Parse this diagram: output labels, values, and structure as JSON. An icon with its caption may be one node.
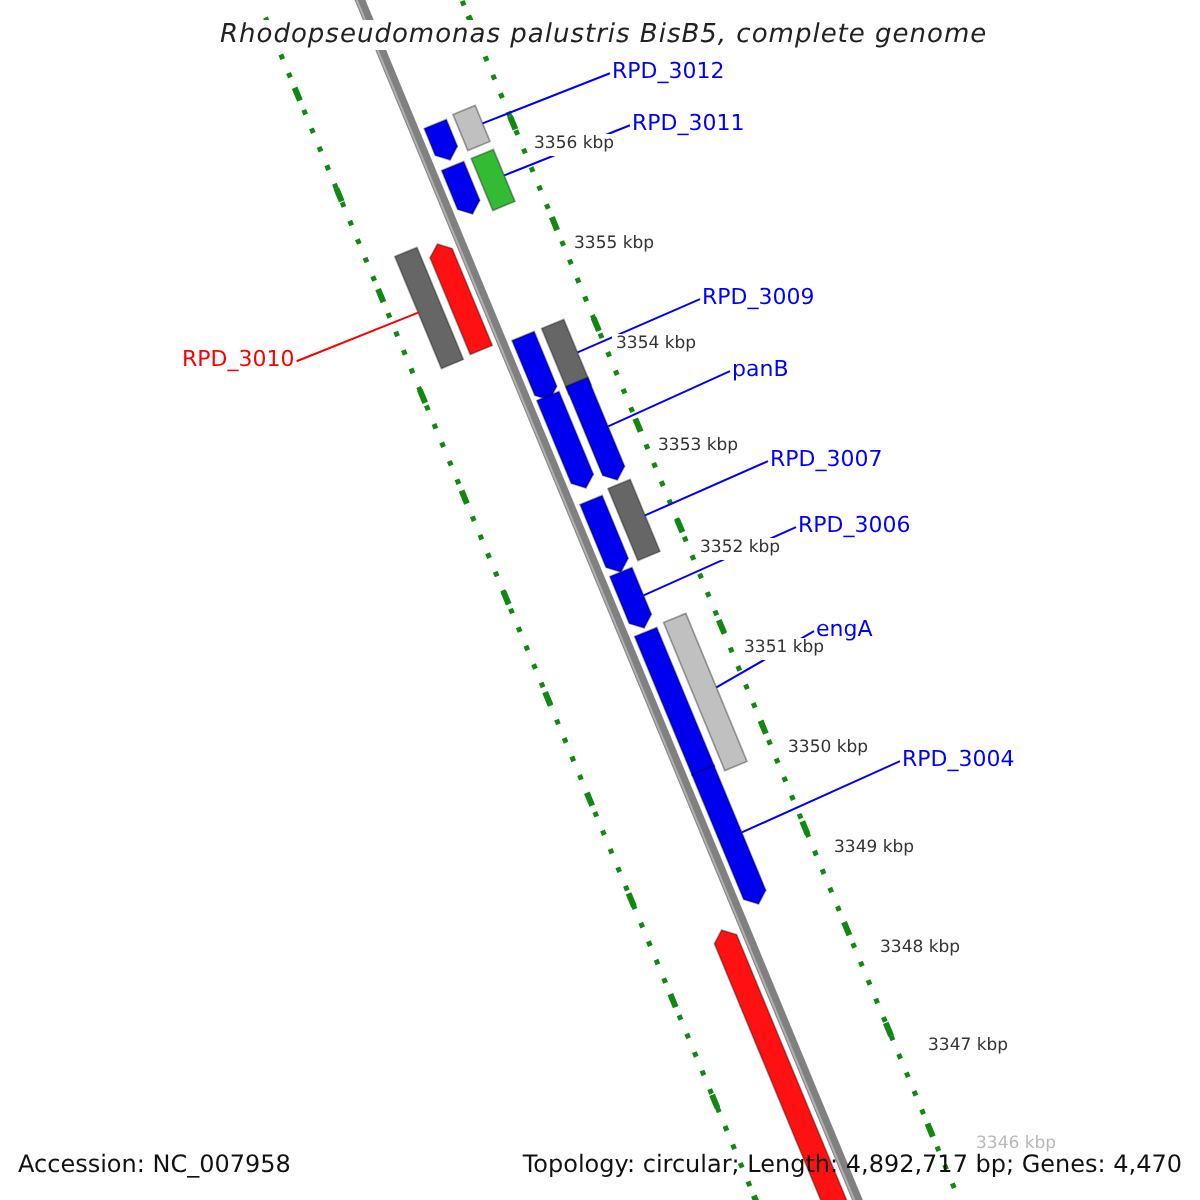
{
  "diagram": {
    "title": "Rhodopseudomonas palustris BisB5, complete genome",
    "nodes": [
      {
        "text": [
          "RPD_3012"
        ]
      },
      {
        "text": [
          "RPD_3011"
        ]
      },
      {
        "text": [
          "RPD_3010"
        ]
      },
      {
        "text": [
          "RPD_3009"
        ]
      },
      {
        "text": [
          "panB"
        ]
      },
      {
        "text": [
          "RPD_3007"
        ]
      },
      {
        "text": [
          "RPD_3006"
        ]
      },
      {
        "text": [
          "engA"
        ]
      },
      {
        "text": [
          "RPD_3004"
        ]
      },
      {
        "text": [],
        "shape": "box"
      },
      {
        "text": [],
        "shape": "pentagon"
      },
      {
        "text": [],
        "shape": "box"
      },
      {
        "text": [],
        "shape": "pentagon"
      },
      {
        "text": [],
        "shape": "pentagon"
      },
      {
        "text": [],
        "shape": "box"
      },
      {
        "text": [],
        "shape": "box"
      },
      {
        "text": [],
        "shape": "pentagon"
      },
      {
        "text": [],
        "shape": "pentagon"
      },
      {
        "text": [],
        "shape": "pentagon"
      },
      {
        "text": [],
        "shape": "box"
      },
      {
        "text": [],
        "shape": "pentagon"
      },
      {
        "text": [],
        "shape": "pentagon"
      },
      {
        "text": [],
        "shape": "box"
      },
      {
        "text": [],
        "shape": "pentagon"
      },
      {
        "text": [],
        "shape": "pentagon"
      },
      {
        "text": [],
        "shape": "pentagon"
      }
    ],
    "edges": [
      {
        "from": 0,
        "to": 9,
        "arrow": "none"
      },
      {
        "from": 1,
        "to": 11,
        "arrow": "none"
      },
      {
        "from": 2,
        "to": 14,
        "arrow": "none",
        "color": "#ff0000"
      },
      {
        "from": 3,
        "to": 15,
        "arrow": "none"
      },
      {
        "from": 4,
        "to": 17,
        "arrow": "none"
      },
      {
        "from": 5,
        "to": 19,
        "arrow": "none"
      },
      {
        "from": 6,
        "to": 21,
        "arrow": "none"
      },
      {
        "from": 7,
        "to": 22,
        "arrow": "none"
      },
      {
        "from": 8,
        "to": 24,
        "arrow": "none"
      }
    ],
    "labels": [
      "3356 kbp",
      "3355 kbp",
      "3354 kbp",
      "3353 kbp",
      "3352 kbp",
      "3351 kbp",
      "3350 kbp",
      "3349 kbp",
      "3348 kbp",
      "3347 kbp",
      "3346 kbp",
      "Accession: NC_007958",
      "Topology: circular; Length: 4,892,717 bp; Genes: 4,470"
    ]
  }
}
